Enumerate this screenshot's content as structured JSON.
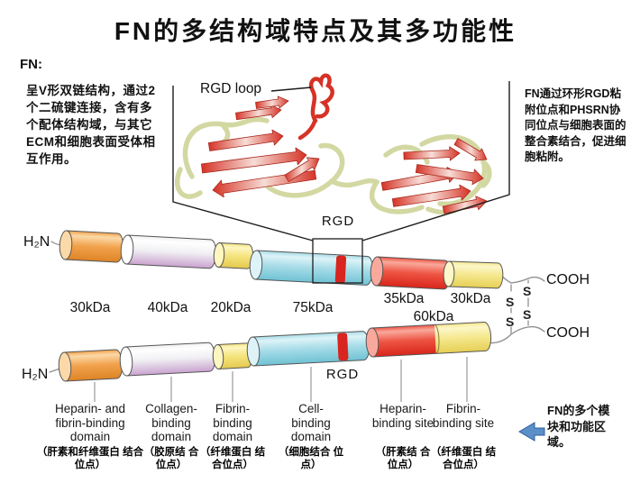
{
  "title": "FN的多结构域特点及其多功能性",
  "intro": {
    "heading": "FN:",
    "body": "呈V形双链结构，通过2个二硫键连接，含有多个配体结构域，与其它ECM和细胞表面受体相互作用。"
  },
  "rgd_note": "FN通过环形RGD粘附位点和PHSRN协同位点与细胞表面的整合素结合，促进细胞粘附。",
  "ribbon": {
    "rgd_loop_label": "RGD loop"
  },
  "molecule": {
    "rgd_label": "RGD",
    "n_terminus": "H₂N",
    "c_terminus": "COOH",
    "sulfur": "S",
    "kda_60": "60kDa",
    "segments": [
      {
        "name": "heparin-fibrin-binding-domain",
        "kda": "30kDa",
        "label_en": "Heparin- and fibrin-binding domain",
        "label_zh": "（肝素和纤维蛋白 结合位点）",
        "color": "#f2a24c",
        "color_light": "#fbd9a8",
        "color_dark": "#dd8427"
      },
      {
        "name": "collagen-binding-domain",
        "kda": "40kDa",
        "label_en": "Collagen- binding domain",
        "label_zh": "（胶原结 合位点）",
        "color": "#f0eff3",
        "color_light": "#ffffff",
        "color_dark": "#c9a2cf"
      },
      {
        "name": "fibrin-binding-domain",
        "kda": "20kDa",
        "label_en": "Fibrin- binding domain",
        "label_zh": "（纤维蛋白 结合位点）",
        "color": "#f5e47e",
        "color_light": "#fdf6c0",
        "color_dark": "#e3c94f"
      },
      {
        "name": "cell-binding-domain",
        "kda": "75kDa",
        "label_en": "Cell- binding domain",
        "label_zh": "（细胞结合 位点）",
        "color": "#a7dce8",
        "color_light": "#ddf3f8",
        "color_dark": "#6fc2d4",
        "band_color": "#d8251f"
      },
      {
        "name": "heparin-binding-site",
        "kda": "35kDa",
        "label_en": "Heparin- binding site",
        "label_zh": "（肝素结 合位点）",
        "color": "#ee5443",
        "color_light": "#f9a99c",
        "color_dark": "#d8261b"
      },
      {
        "name": "fibrin-binding-site",
        "kda": "30kDa",
        "label_en": "Fibrin- binding site",
        "label_zh": "（纤维蛋白 结合位点）",
        "color": "#f5e88e",
        "color_light": "#fcf6c8",
        "color_dark": "#e6cf55"
      }
    ]
  },
  "footer_note": "FN的多个模块和功能区域。",
  "colors": {
    "arrow": "#5b8fc9",
    "ribbon_loop": "#d3d8a2",
    "ribbon_red": "#d63226"
  }
}
